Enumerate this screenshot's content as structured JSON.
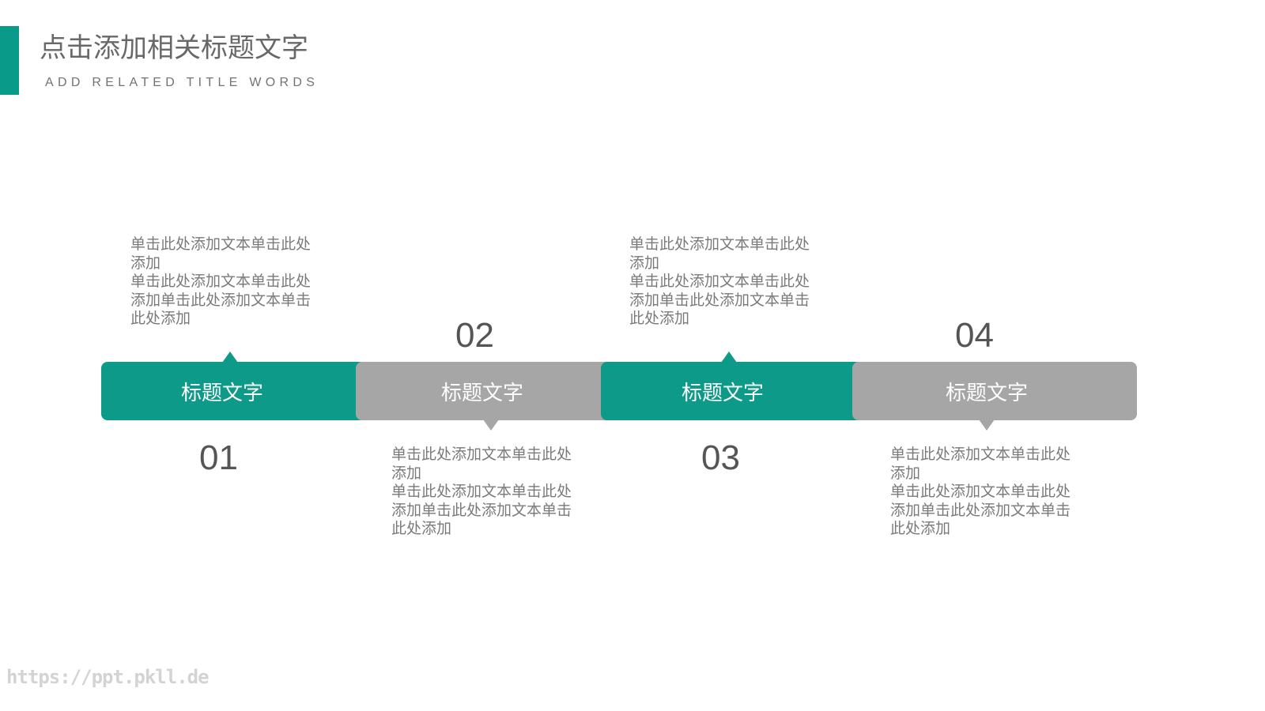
{
  "header": {
    "title": "点击添加相关标题文字",
    "subtitle": "ADD RELATED TITLE WORDS"
  },
  "colors": {
    "accent": "#0d9a89",
    "gray": "#a6a6a6",
    "text": "#7a7a7a",
    "number": "#555555"
  },
  "steps": [
    {
      "number": "01",
      "label": "标题文字",
      "style": "teal",
      "desc_position": "above",
      "desc": [
        "单击此处添加文本单击此处添加",
        "单击此处添加文本单击此处添加单击此处添加文本单击此处添加"
      ]
    },
    {
      "number": "02",
      "label": "标题文字",
      "style": "gray",
      "desc_position": "below",
      "desc": [
        "单击此处添加文本单击此处添加",
        "单击此处添加文本单击此处添加单击此处添加文本单击此处添加"
      ]
    },
    {
      "number": "03",
      "label": "标题文字",
      "style": "teal",
      "desc_position": "above",
      "desc": [
        "单击此处添加文本单击此处添加",
        "单击此处添加文本单击此处添加单击此处添加文本单击此处添加"
      ]
    },
    {
      "number": "04",
      "label": "标题文字",
      "style": "gray",
      "desc_position": "below",
      "desc": [
        "单击此处添加文本单击此处添加",
        "单击此处添加文本单击此处添加单击此处添加文本单击此处添加"
      ]
    }
  ],
  "watermark": "https://ppt.pkll.de"
}
